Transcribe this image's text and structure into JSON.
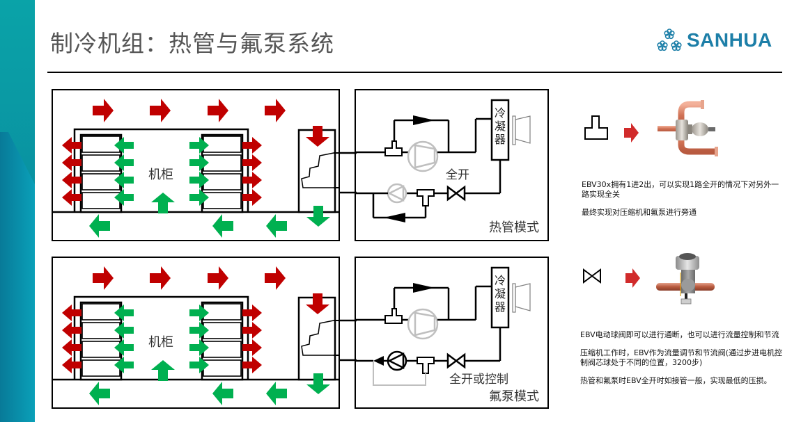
{
  "slide": {
    "title": "制冷机组：热管与氟泵系统",
    "logo": {
      "brand": "SANHUA",
      "icon": "three-flower-logo-icon",
      "color": "#1d7fa8"
    },
    "sidebar_colors": [
      "#0aa3a8",
      "#0a7f9c",
      "#0aa0b8"
    ]
  },
  "colors": {
    "hot_arrow": "#c00000",
    "cold_arrow": "#00b050",
    "line": "#000000",
    "inactive": "#bfbfbf"
  },
  "rows": [
    {
      "room": {
        "cabinet_label": "机柜"
      },
      "circuit": {
        "condenser_label": "冷凝器",
        "valve_label": "全开",
        "mode_label": "热管模式",
        "pump_active": false
      },
      "component": {
        "symbol": "three-way-valve-symbol-icon",
        "arrow": "arrow-right-icon",
        "image": "ebv30x-valve-image",
        "paragraphs": [
          "EBV30x拥有1进2出，可以实现1路全开的情况下对另外一路实现全关",
          "最终实现对压缩机和氟泵进行旁通"
        ]
      }
    },
    {
      "room": {
        "cabinet_label": "机柜"
      },
      "circuit": {
        "condenser_label": "冷凝器",
        "valve_label": "全开或控制",
        "mode_label": "氟泵模式",
        "pump_active": true
      },
      "component": {
        "symbol": "ball-valve-symbol-icon",
        "arrow": "arrow-right-icon",
        "image": "ebv-motorized-ball-valve-image",
        "paragraphs": [
          "EBV电动球阀即可以进行通断，也可以进行流量控制和节流",
          "压缩机工作时，EBV作为流量调节和节流阀(通过步进电机控制阀芯球处于不同的位置，3200步)",
          "热管和氟泵时EBV全开时如接管一般，实现最低的压损。"
        ]
      }
    }
  ]
}
